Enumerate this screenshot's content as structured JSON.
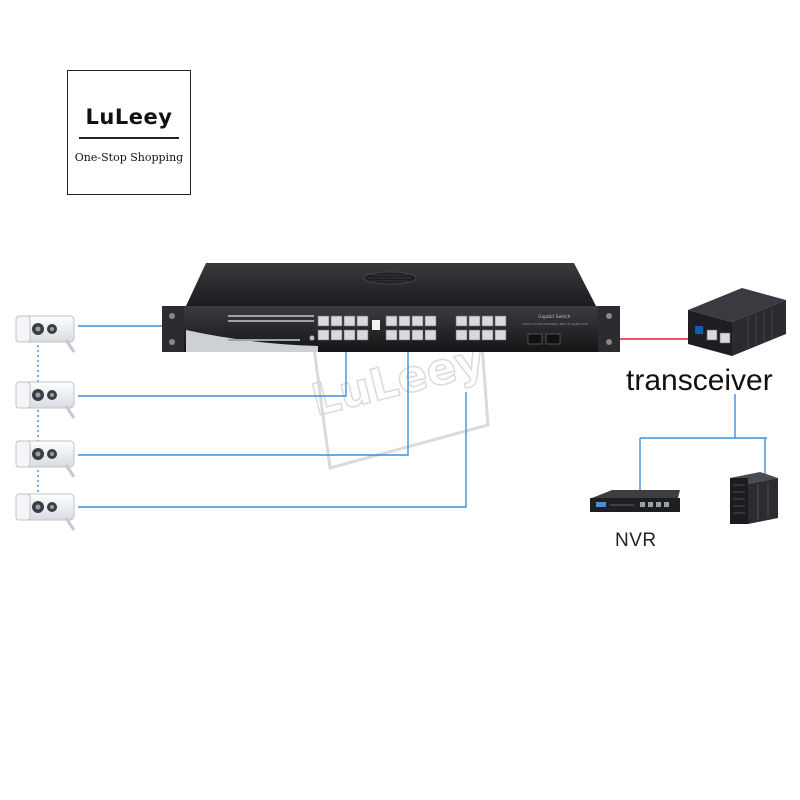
{
  "logo": {
    "brand": "LuLeey",
    "tagline": "One-Stop Shopping"
  },
  "watermark": {
    "text": "LuLeey"
  },
  "switch": {
    "model_text": "Gigabit Switch",
    "spec_text": "16/24 10/100/1000Mbps PoE+2 Gigabit SFP"
  },
  "labels": {
    "transceiver": "transceiver",
    "nvr": "NVR"
  },
  "colors": {
    "cable": "#3f8fdc",
    "fiber": "#e02020",
    "device_body": "#2a2a2c",
    "port": "#d8dadd"
  },
  "icons": [
    "bullet-camera-icon",
    "poe-switch-icon",
    "media-converter-icon",
    "nvr-recorder-icon",
    "server-rack-icon"
  ]
}
